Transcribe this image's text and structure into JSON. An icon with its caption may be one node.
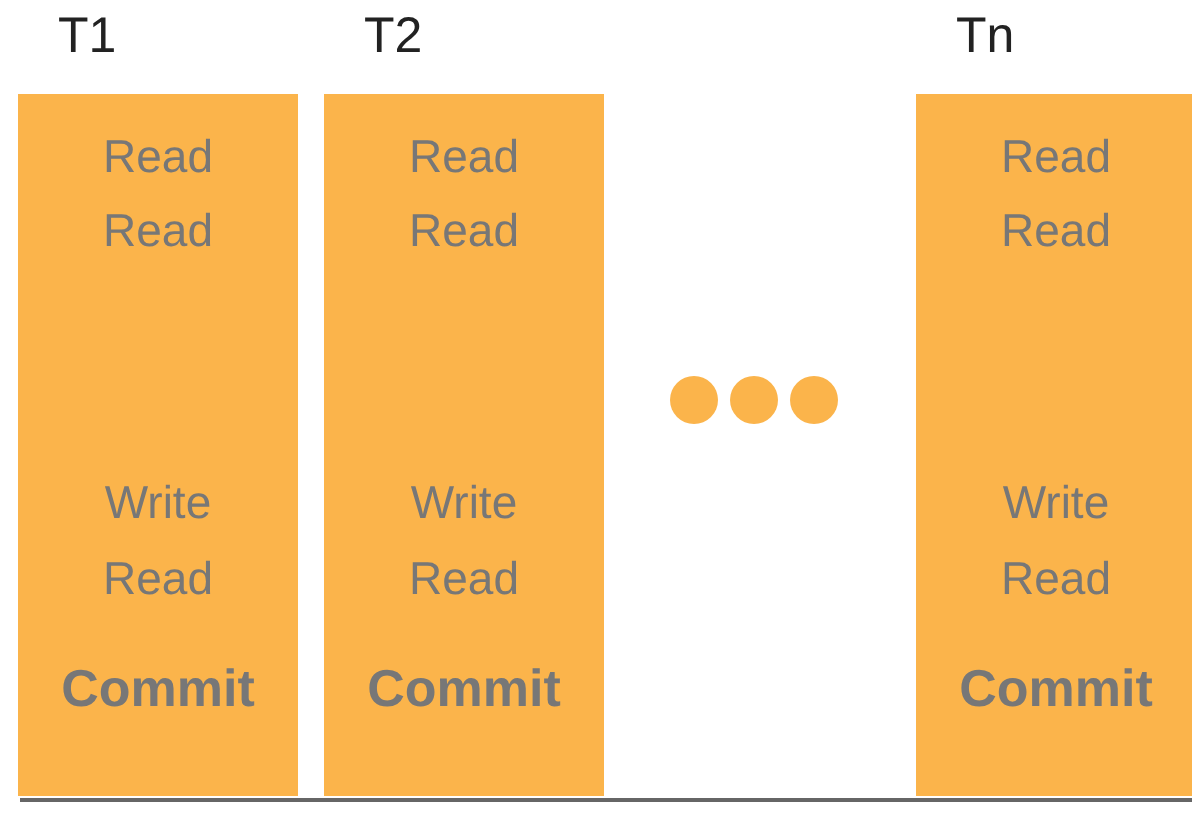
{
  "diagram": {
    "nodes": [
      {
        "text": [
          "T1",
          "Read",
          "Read",
          "Write",
          "Read",
          "Commit"
        ]
      },
      {
        "text": [
          "T2",
          "Read",
          "Read",
          "Write",
          "Read",
          "Commit"
        ]
      },
      {
        "text": [
          "Tn",
          "Read",
          "Read",
          "Write",
          "Read",
          "Commit"
        ]
      }
    ]
  }
}
